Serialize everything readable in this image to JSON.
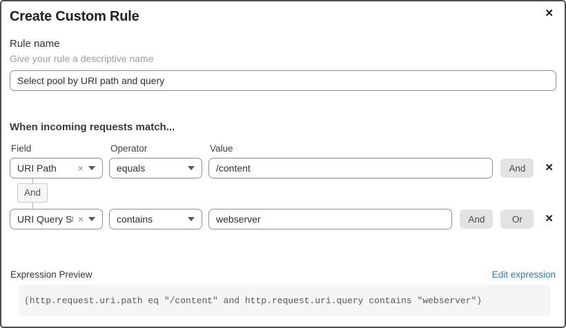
{
  "dialog": {
    "title": "Create Custom Rule"
  },
  "icons": {
    "close": "✕",
    "clear": "×",
    "remove": "✕"
  },
  "rule_name": {
    "label": "Rule name",
    "helper": "Give your rule a descriptive name",
    "value": "Select pool by URI path and query"
  },
  "match": {
    "heading": "When incoming requests match...",
    "columns": {
      "field": "Field",
      "operator": "Operator",
      "value": "Value"
    },
    "connector": "And",
    "rows": [
      {
        "field": "URI Path",
        "operator": "equals",
        "value": "/content",
        "and_label": "And"
      },
      {
        "field": "URI Query St...",
        "operator": "contains",
        "value": "webserver",
        "and_label": "And",
        "or_label": "Or"
      }
    ]
  },
  "expression": {
    "label": "Expression Preview",
    "edit_link": "Edit expression",
    "code": "(http.request.uri.path eq \"/content\" and http.request.uri.query contains \"webserver\")"
  },
  "colors": {
    "accent_link": "#2c7bb8",
    "border_dark": "#4d4d4d",
    "control_border": "#8f8f8f",
    "button_bg": "#e3e3e3",
    "code_bg": "#f5f5f6"
  }
}
